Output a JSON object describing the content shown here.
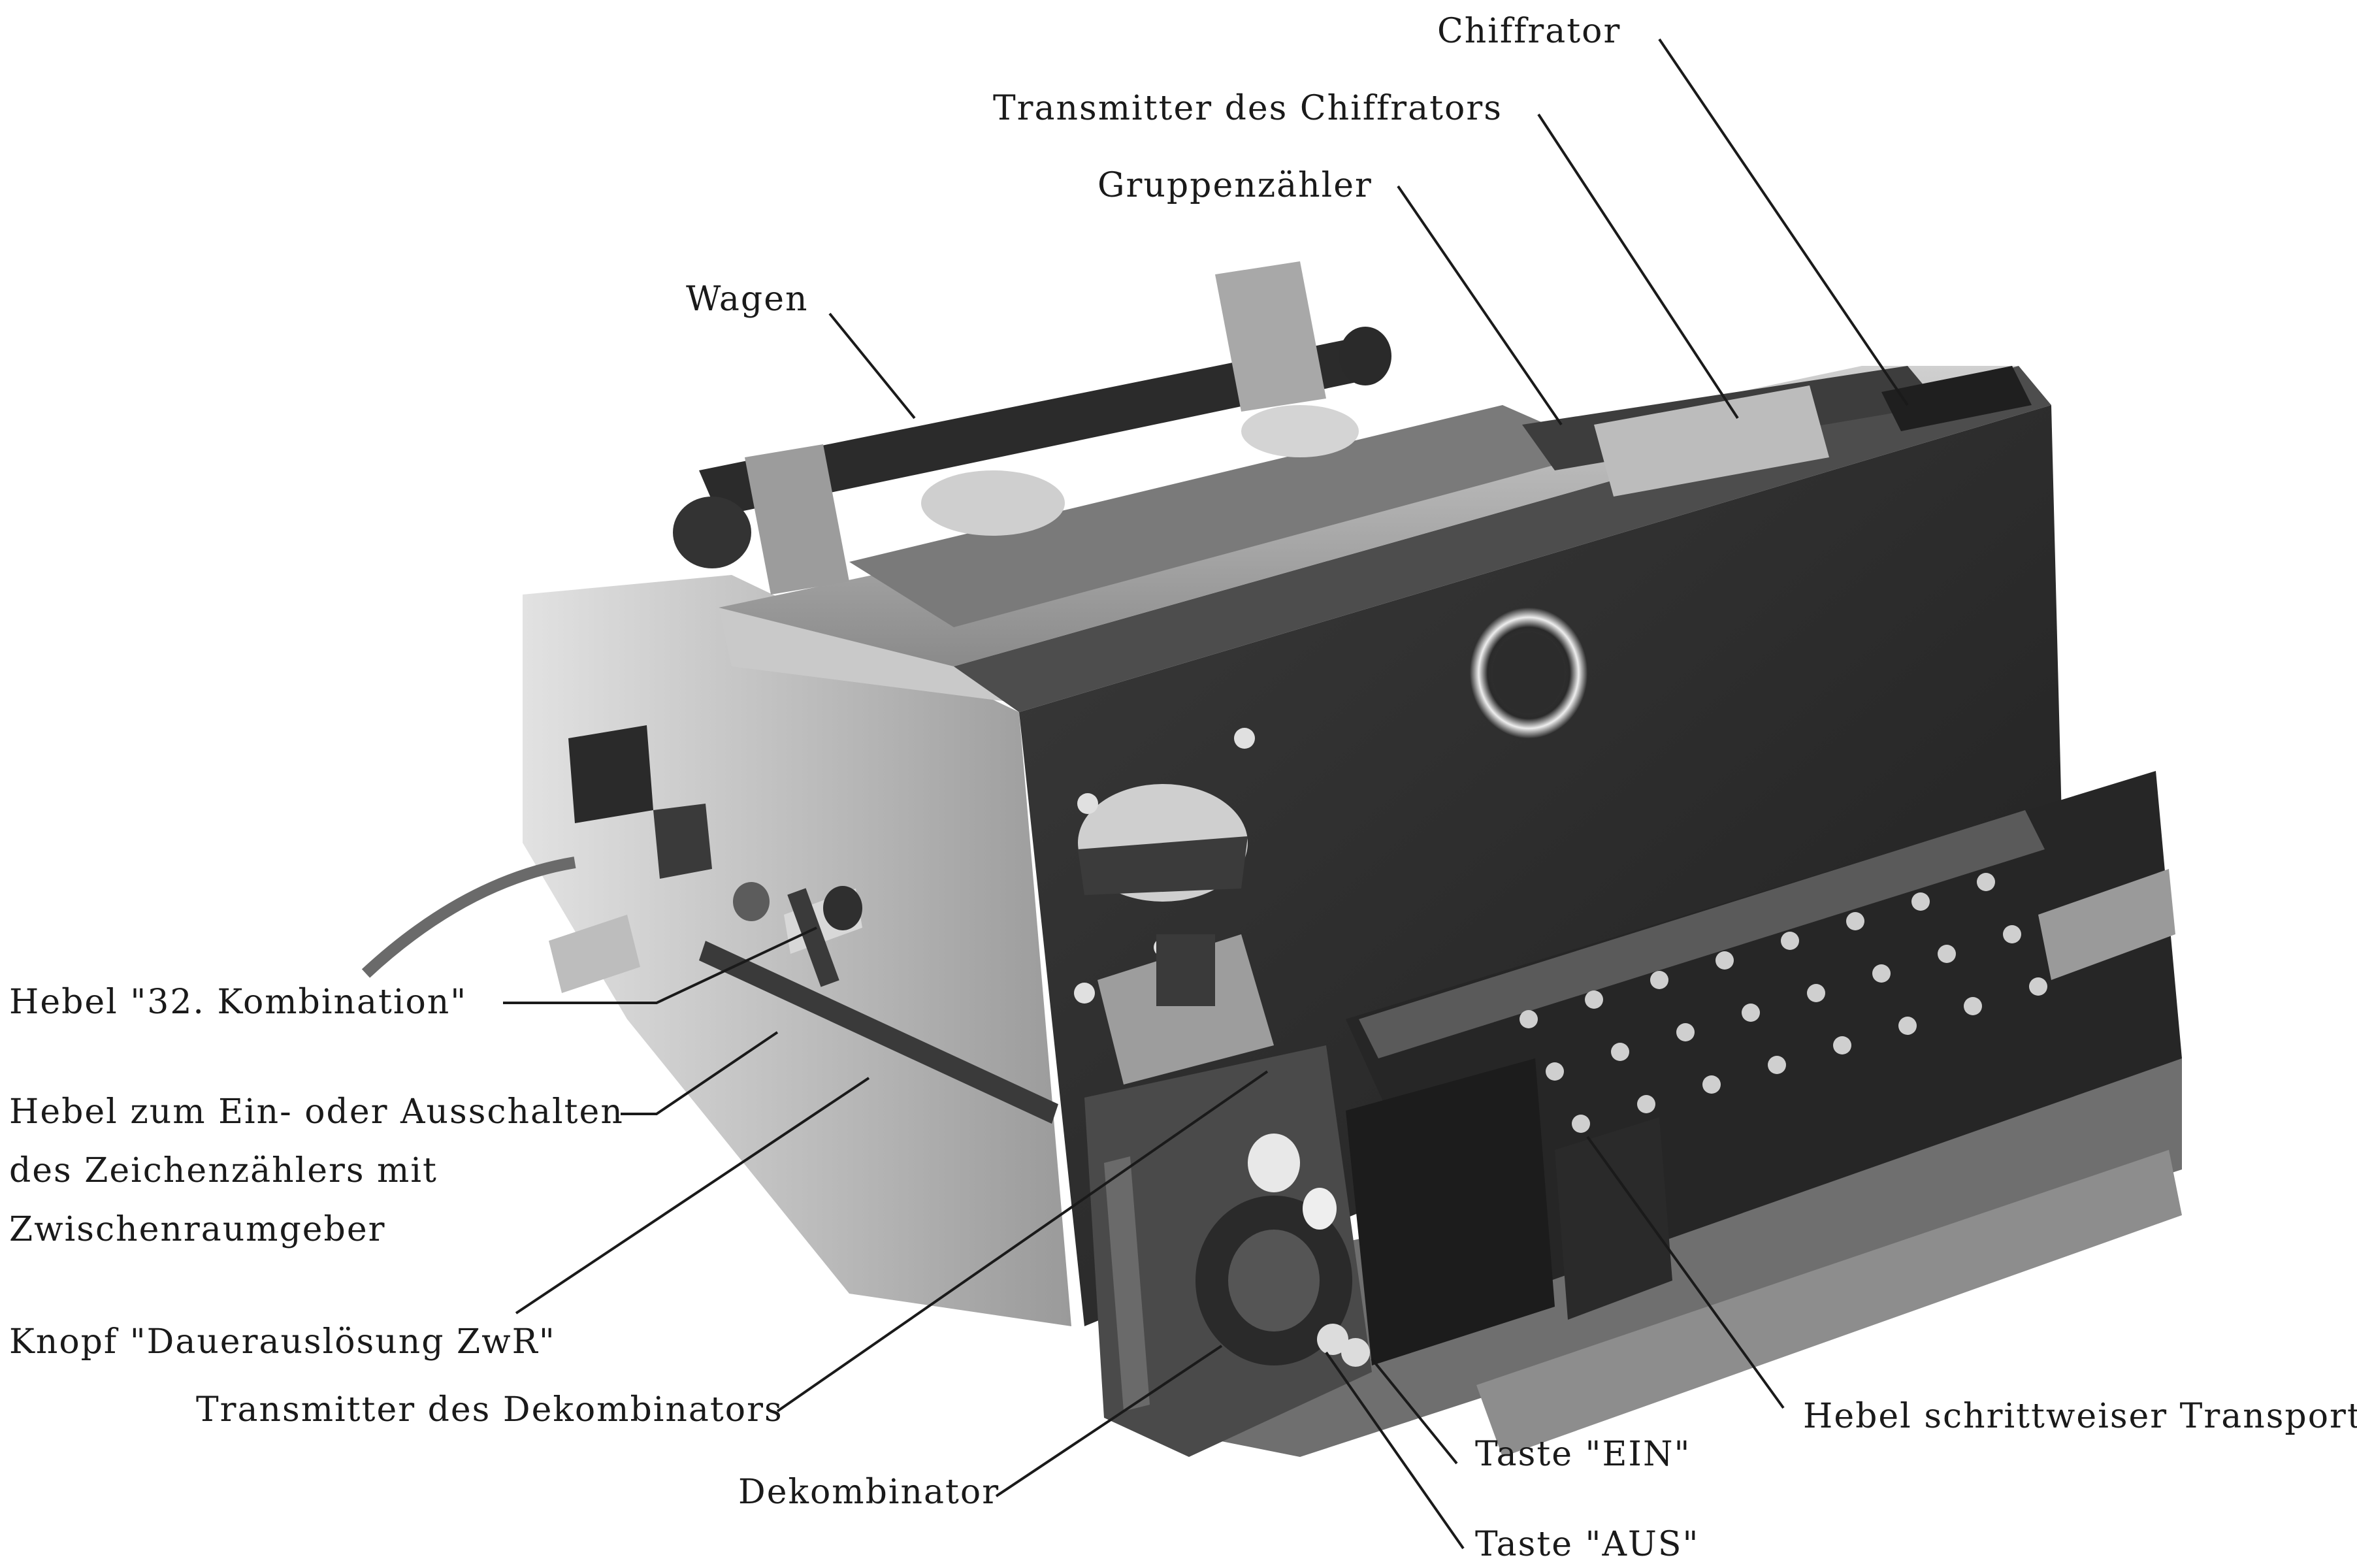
{
  "labels": {
    "chiffrator": "Chiffrator",
    "transmitter_chiffrator": "Transmitter des Chiffrators",
    "gruppenzaehler": "Gruppenzähler",
    "wagen": "Wagen",
    "hebel_32": "Hebel \"32. Kombination\"",
    "hebel_ein_aus_1": "Hebel zum Ein- oder Ausschalten",
    "hebel_ein_aus_2": "des Zeichenzählers mit",
    "hebel_ein_aus_3": "Zwischenraumgeber",
    "knopf_dauer": "Knopf \"Dauerauslösung ZwR\"",
    "transmitter_dekombinator": "Transmitter des Dekombinators",
    "dekombinator": "Dekombinator",
    "taste_ein": "Taste \"EIN\"",
    "taste_aus": "Taste \"AUS\"",
    "hebel_transport": "Hebel schrittweiser Transport"
  },
  "colors": {
    "machine_dark": "#2b2b2b",
    "machine_mid": "#5a5a5a",
    "machine_light": "#bdbdbd",
    "leader_line": "#1a1a1a"
  }
}
